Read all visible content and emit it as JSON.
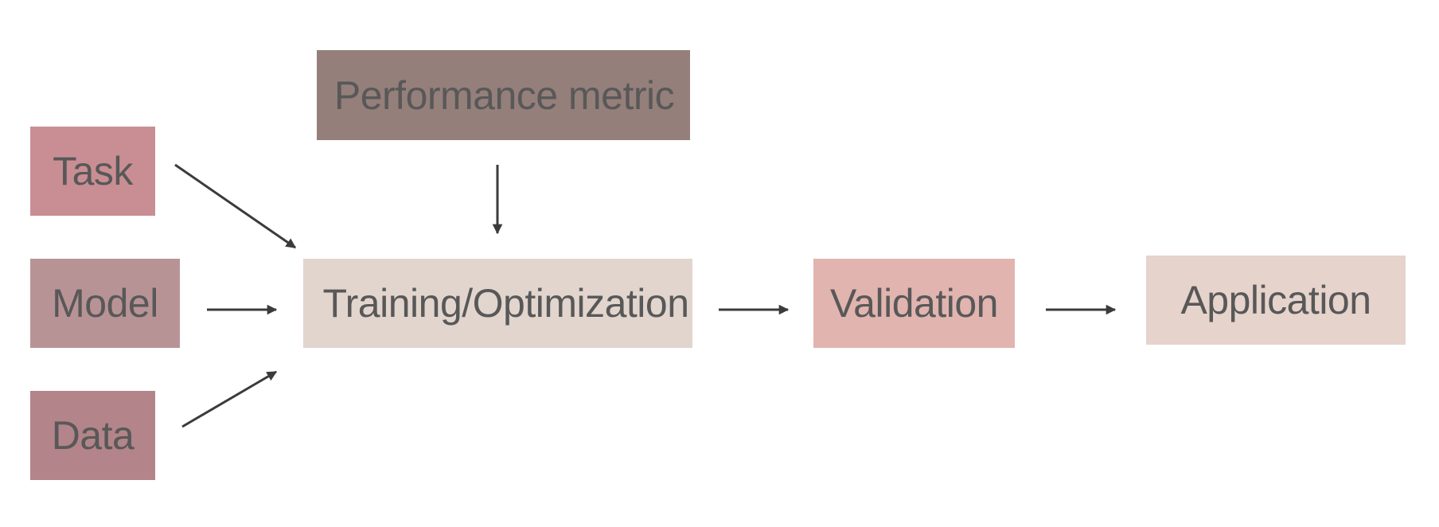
{
  "nodes": {
    "performance_metric": {
      "label": "Performance metric",
      "color": "#957f7b"
    },
    "task": {
      "label": "Task",
      "color": "#c98e93"
    },
    "model": {
      "label": "Model",
      "color": "#b89396"
    },
    "data": {
      "label": "Data",
      "color": "#b38489"
    },
    "training": {
      "label": "Training/Optimization",
      "color": "#e2d5ce"
    },
    "validation": {
      "label": "Validation",
      "color": "#e1b4af"
    },
    "application": {
      "label": "Application",
      "color": "#e6d3cc"
    }
  },
  "edges": [
    {
      "from": "task",
      "to": "training"
    },
    {
      "from": "model",
      "to": "training"
    },
    {
      "from": "data",
      "to": "training"
    },
    {
      "from": "performance_metric",
      "to": "training"
    },
    {
      "from": "training",
      "to": "validation"
    },
    {
      "from": "validation",
      "to": "application"
    }
  ],
  "colors": {
    "text": "#585858",
    "arrow": "#3b3b3b",
    "background": "#ffffff"
  }
}
